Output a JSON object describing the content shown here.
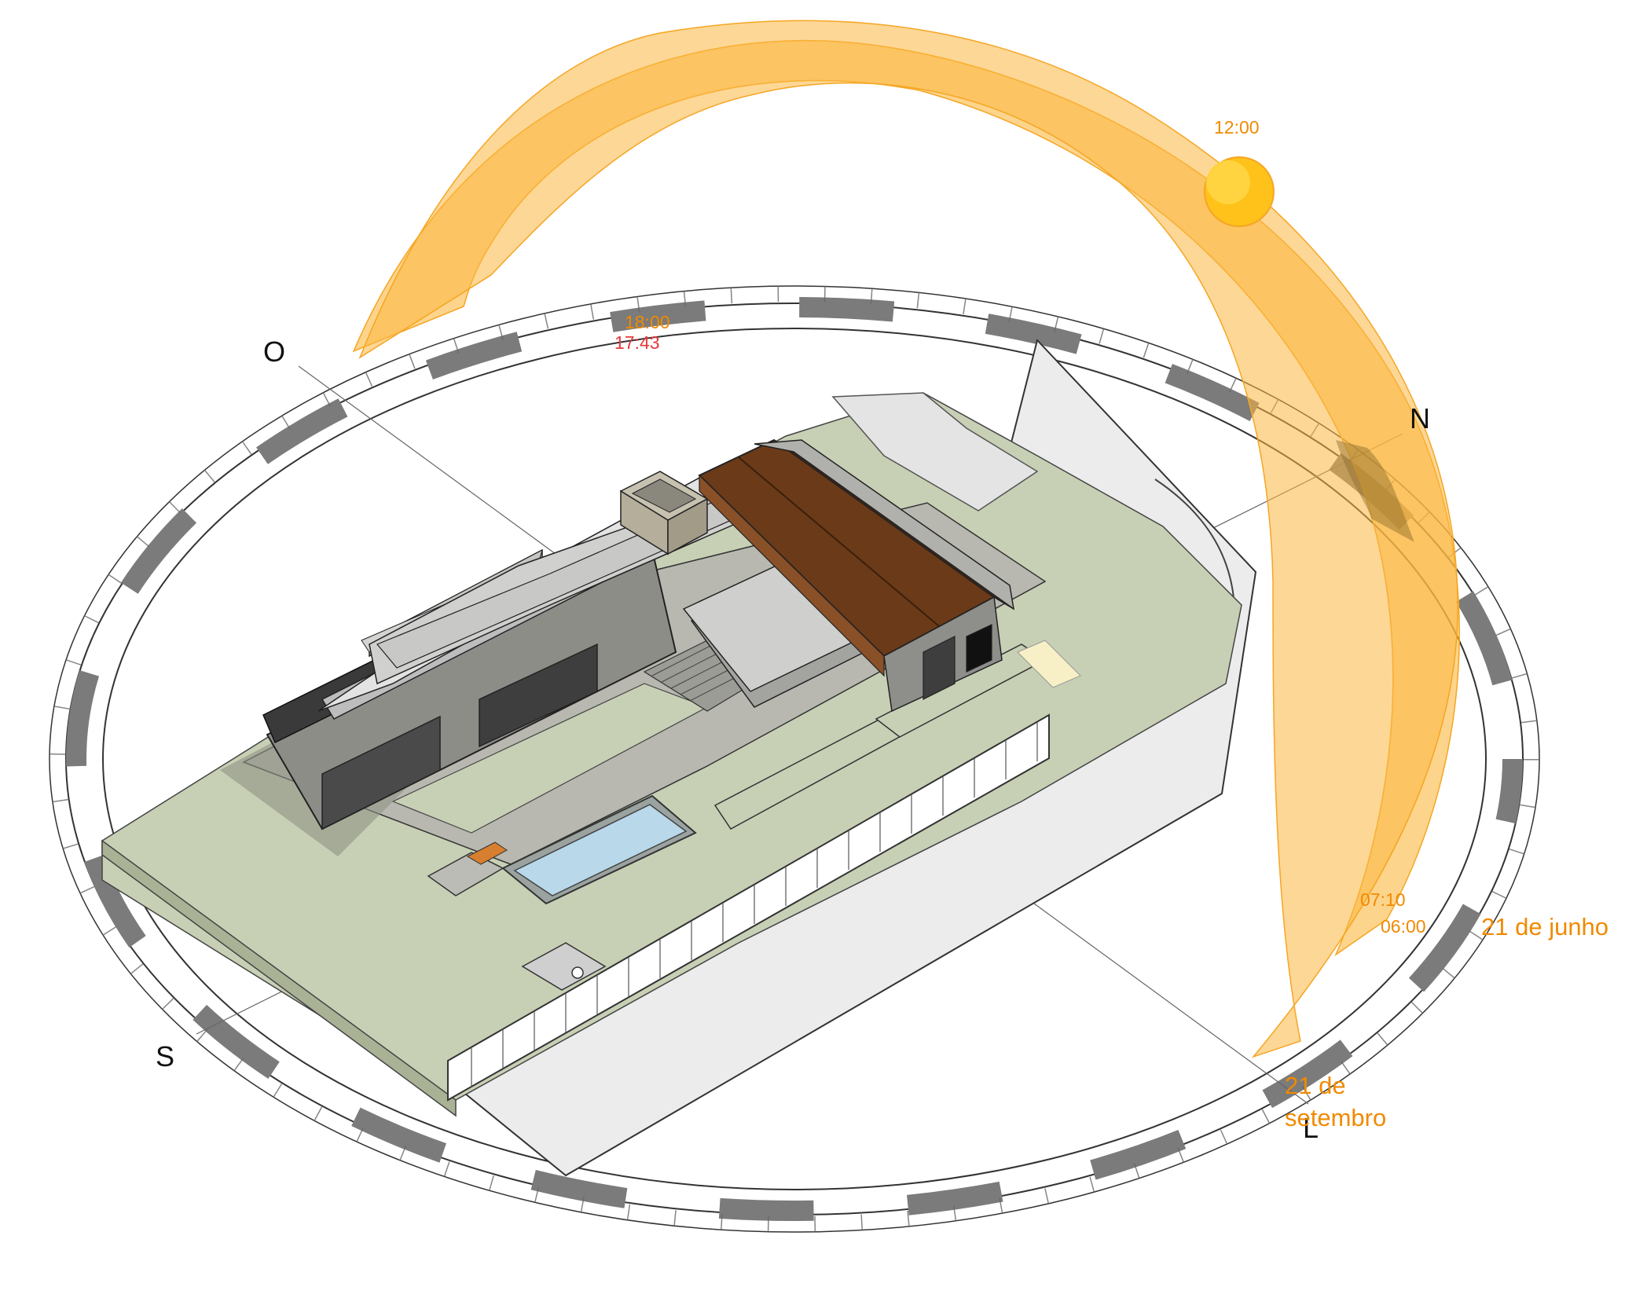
{
  "compass": {
    "west": "O",
    "north": "N",
    "south": "S",
    "east": "L"
  },
  "sun_path": {
    "noon_time": "12:00",
    "sunset_june": "18:00",
    "sunset_september": "17:43",
    "sunrise_september": "07:10",
    "sunrise_june": "06:00",
    "date_june": "21 de junho",
    "date_september_line1": "21 de",
    "date_september_line2": "setembro"
  },
  "colors": {
    "sun_band": "#fbb740",
    "sun": "#ffc21a",
    "time_orange": "#f08a00",
    "time_red": "#e8383a",
    "roof": "#6b3a18",
    "lawn": "#c7d0b5",
    "pool": "#b9d8ea",
    "ring_dark": "#7b7b7b"
  }
}
